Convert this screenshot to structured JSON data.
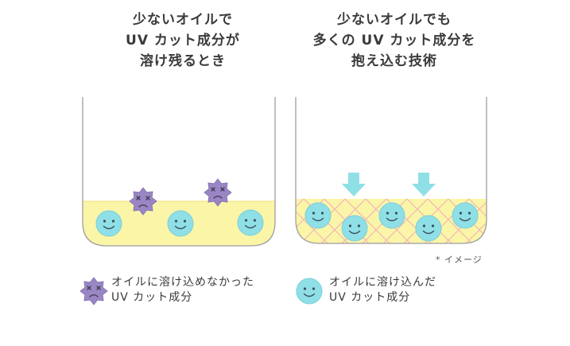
{
  "left_panel": {
    "title_lines": [
      "少ないオイルで",
      "UV カット成分が",
      "溶け残るとき"
    ]
  },
  "right_panel": {
    "title_lines": [
      "少ないオイルでも",
      "多くの UV カット成分を",
      "抱え込む技術"
    ]
  },
  "image_note": "* イメージ",
  "legend": {
    "undissolved_lines": [
      "オイルに溶け込めなかった",
      "UV カット成分"
    ],
    "dissolved_lines": [
      "オイルに溶け込んだ",
      "UV カット成分"
    ]
  },
  "colors": {
    "oil_yellow": "#fbf5a8",
    "lattice_pink": "#f2b3b9",
    "happy_blue": "#8fdfe6",
    "unhappy_purple": "#9a86c4",
    "arrow_blue": "#8fdfe6",
    "container_line": "#9e9e9e"
  }
}
